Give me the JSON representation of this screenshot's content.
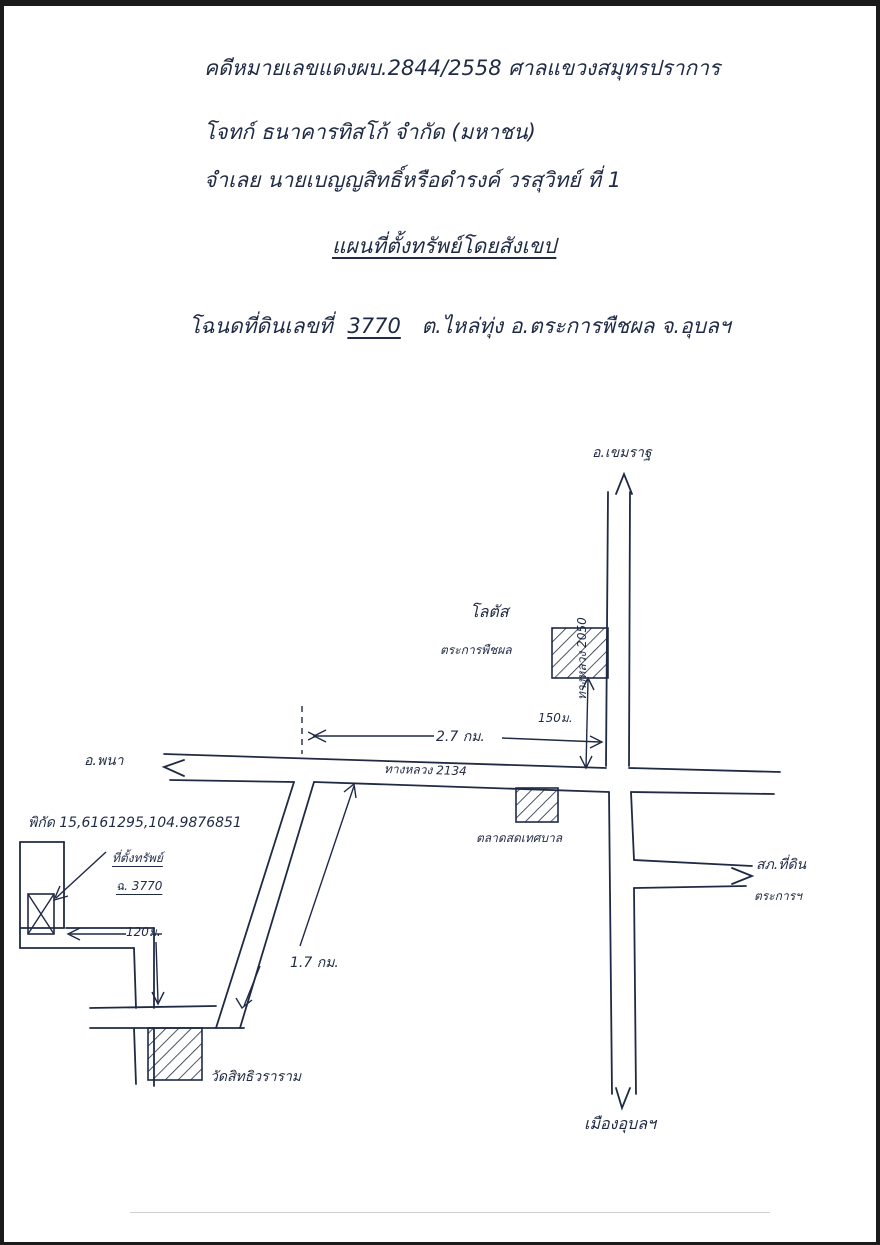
{
  "header": {
    "case_line": "คดีหมายเลขแดงผบ.2844/2558 ศาลแขวงสมุทรปราการ",
    "plaintiff_line": "โจทก์ ธนาคารทิสโก้ จำกัด (มหาชน)",
    "defendant_line": "จำเลย นายเบญญสิทธิ์หรือดำรงค์ วรสุวิทย์ ที่ 1",
    "map_title": "แผนที่ตั้งทรัพย์โดยสังเขป",
    "deed_label": "โฉนดที่ดินเลขที่",
    "deed_number": "3770",
    "deed_location": "ต.ไหล่ทุ่ง อ.ตระการพืชผล จ.อุบลฯ"
  },
  "map": {
    "north_dest": "อ.เขมราฐ",
    "south_dest": "เมืองอุบลฯ",
    "west_dest": "อ.พนา",
    "east_dest": "สภ.ที่ดิน",
    "east_dest_sub": "ตระการฯ",
    "highway_vertical": "ทางหลวง 2050",
    "highway_horizontal": "ทางหลวง 2134",
    "lotus_name": "โลตัส",
    "lotus_sub": "ตระการพืชผล",
    "market": "ตลาดสดเทศบาล",
    "temple": "วัดสิทธิวราราม",
    "dist_2_7": "2.7 กม.",
    "dist_150": "150ม.",
    "dist_1_7": "1.7 กม.",
    "dist_120": "120ม.",
    "coordinates": "พิกัด 15,6161295,104.9876851",
    "property_label": "ที่ตั้งทรัพย์",
    "property_deed": "ฉ. 3770"
  }
}
